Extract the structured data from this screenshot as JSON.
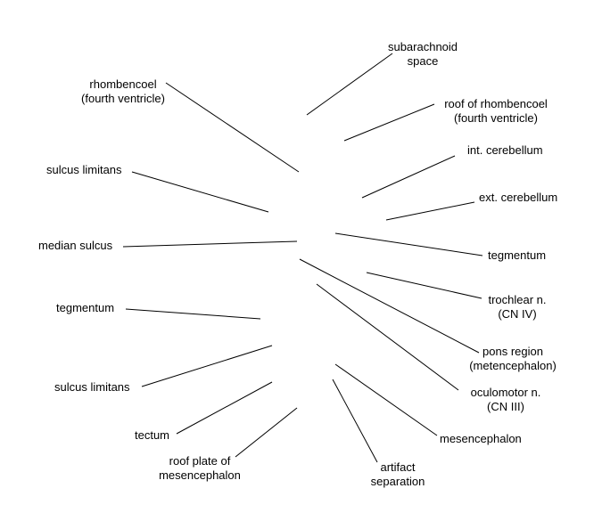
{
  "labels": {
    "subarachnoid_space": [
      "subarachnoid",
      "space"
    ],
    "rhombencoel": [
      "rhombencoel",
      "(fourth ventricle)"
    ],
    "roof_rhombencoel": [
      "roof of rhombencoel",
      "(fourth ventricle)"
    ],
    "int_cerebellum": [
      "int. cerebellum"
    ],
    "sulcus_limitans_upper": [
      "sulcus limitans"
    ],
    "ext_cerebellum": [
      "ext. cerebellum"
    ],
    "median_sulcus": [
      "median sulcus"
    ],
    "tegmentum_right": [
      "tegmentum"
    ],
    "trochlear": [
      "trochlear n.",
      "(CN IV)"
    ],
    "tegmentum_left": [
      "tegmentum"
    ],
    "pons_region": [
      "pons region",
      "(metencephalon)"
    ],
    "sulcus_limitans_lower": [
      "sulcus limitans"
    ],
    "oculomotor": [
      "oculomotor n.",
      "(CN III)"
    ],
    "tectum": [
      "tectum"
    ],
    "mesencephalon": [
      "mesencephalon"
    ],
    "roof_plate": [
      "roof plate of",
      "mesencephalon"
    ],
    "artifact": [
      "artifact",
      "separation"
    ]
  },
  "colors": {
    "line": "#000000",
    "text": "#000000",
    "background": "#ffffff"
  }
}
